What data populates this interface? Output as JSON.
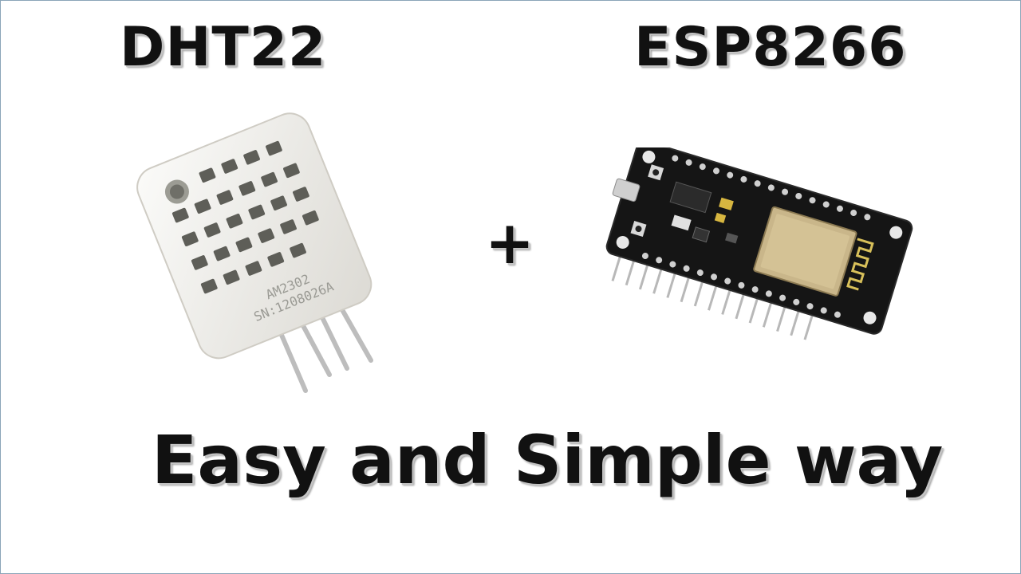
{
  "titles": {
    "left": "DHT22",
    "right": "ESP8266",
    "plus": "+",
    "tagline": "Easy and Simple way"
  },
  "sensor": {
    "marking_line1": "AM2302",
    "marking_line2": "SN:1208026A"
  },
  "colors": {
    "text": "#111111",
    "sensor_body": "#f1f0ec",
    "board": "#151515",
    "pins": "#c9c9c9",
    "chip_shield": "#c9b68a",
    "antenna": "#d8c05a"
  }
}
